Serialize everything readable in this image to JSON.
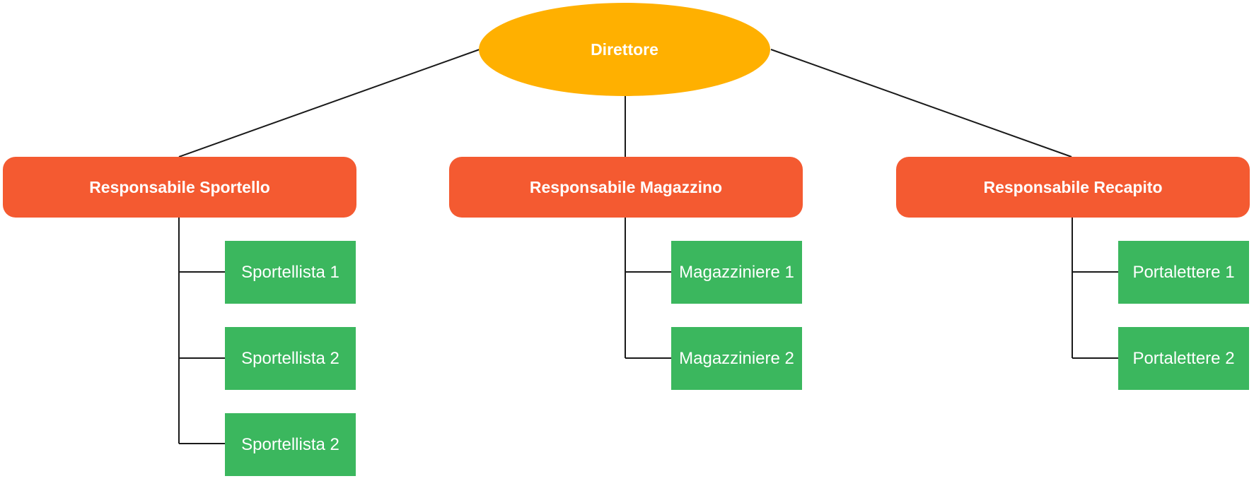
{
  "colors": {
    "root_fill": "#FFB000",
    "manager_fill": "#F45A31",
    "staff_fill": "#3BB75E",
    "connector": "#1a1a1a",
    "text": "#ffffff"
  },
  "root": {
    "label": "Direttore"
  },
  "departments": [
    {
      "manager": "Responsabile Sportello",
      "staff": [
        "Sportellista 1",
        "Sportellista 2",
        "Sportellista 2"
      ]
    },
    {
      "manager": "Responsabile Magazzino",
      "staff": [
        "Magazziniere 1",
        "Magazziniere 2"
      ]
    },
    {
      "manager": "Responsabile Recapito",
      "staff": [
        "Portalettere 1",
        "Portalettere 2"
      ]
    }
  ]
}
